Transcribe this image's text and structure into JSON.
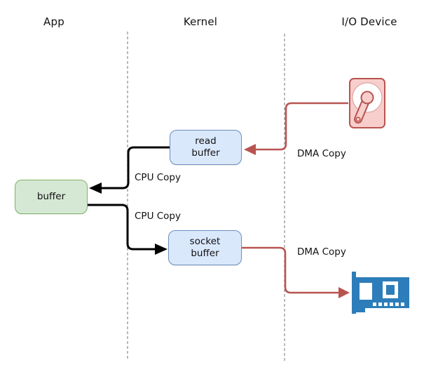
{
  "lanes": [
    {
      "label": "App"
    },
    {
      "label": "Kernel"
    },
    {
      "label": "I/O Device"
    }
  ],
  "nodes": {
    "app_buffer": {
      "label": "buffer"
    },
    "read_buffer": {
      "label": "read\nbuffer"
    },
    "socket_buffer": {
      "label": "socket\nbuffer"
    }
  },
  "edges": [
    {
      "label": "DMA Copy",
      "from": "hard-disk",
      "to": "read_buffer",
      "color": "#b85450"
    },
    {
      "label": "CPU Copy",
      "from": "read_buffer",
      "to": "app_buffer",
      "color": "#000000"
    },
    {
      "label": "CPU Copy",
      "from": "app_buffer",
      "to": "socket_buffer",
      "color": "#000000"
    },
    {
      "label": "DMA Copy",
      "from": "socket_buffer",
      "to": "network-card",
      "color": "#b85450"
    }
  ],
  "icons": {
    "disk": "hard-disk-icon",
    "nic": "network-card-icon"
  },
  "colors": {
    "green_fill": "#d5e8d4",
    "green_stroke": "#82b366",
    "blue_fill": "#dae8fc",
    "blue_stroke": "#6c8ebf",
    "pink_fill": "#f8cecc",
    "pink_stroke": "#b85450",
    "red_line": "#b85450",
    "black_line": "#000000",
    "nic_blue": "#2d7dba",
    "divider": "#8c8c8c",
    "background": "#ffffff"
  }
}
